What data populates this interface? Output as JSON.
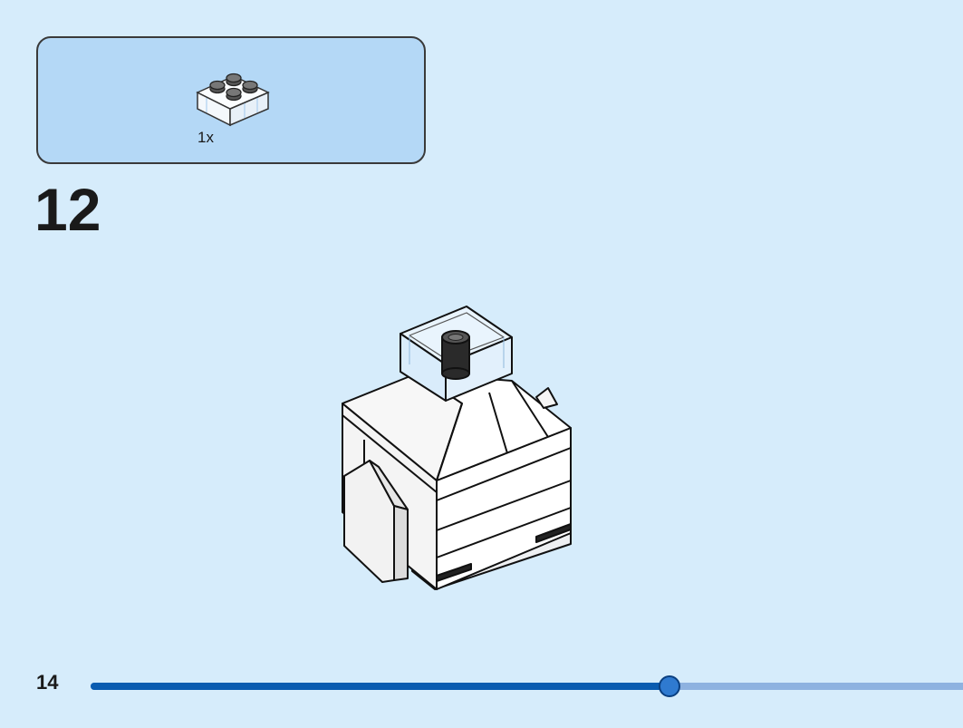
{
  "parts": {
    "items": [
      {
        "name": "transparent-2x2-brick",
        "qty_label": "1x"
      }
    ]
  },
  "step": {
    "number": "12"
  },
  "page": {
    "number": "14"
  },
  "progress": {
    "fraction": 0.663
  },
  "colors": {
    "background": "#d6ecfb",
    "parts_box": "#b4d8f6",
    "progress_fill": "#0a5cb0",
    "progress_track": "#8eb2e0"
  },
  "icons": {
    "part": "brick-2x2-icon",
    "model": "model-illustration",
    "knob": "progress-knob"
  }
}
